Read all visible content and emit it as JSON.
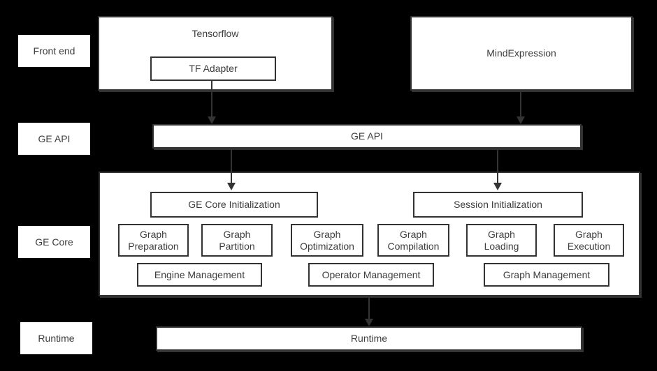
{
  "colors": {
    "background": "#000000",
    "box_fill": "#ffffff",
    "border": "#333333",
    "text": "#3d3d3d",
    "arrow": "#333333"
  },
  "side_labels": {
    "front_end": "Front end",
    "ge_api": "GE API",
    "ge_core": "GE Core",
    "runtime": "Runtime"
  },
  "front_end": {
    "tensorflow_title": "Tensorflow",
    "tf_adapter": "TF Adapter",
    "mindexpression": "MindExpression"
  },
  "ge_api": {
    "label": "GE API"
  },
  "ge_core": {
    "init_left": "GE Core Initialization",
    "init_right": "Session Initialization",
    "modules": [
      "Graph Preparation",
      "Graph Partition",
      "Graph Optimization",
      "Graph Compilation",
      "Graph Loading",
      "Graph Execution"
    ],
    "management": [
      "Engine Management",
      "Operator Management",
      "Graph Management"
    ]
  },
  "runtime": {
    "label": "Runtime"
  }
}
